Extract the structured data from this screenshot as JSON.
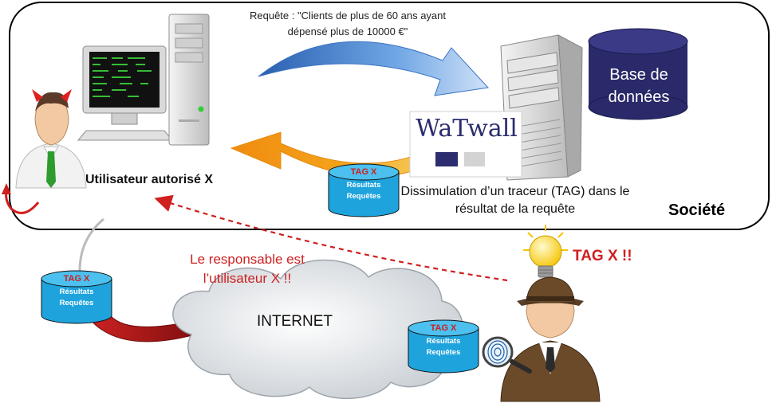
{
  "query_text": "Requête : \"Clients de plus de 60 ans ayant dépensé plus de 10000 €\"",
  "user_label": "Utilisateur autorisé X",
  "database_label": "Base de données",
  "watwall_logo": "WaTwall",
  "tag_explanation": "Dissimulation d’un traceur (TAG) dans le résultat de la requête",
  "company_label": "Société",
  "responsible_text": "Le responsable est l’utilisateur X !!",
  "internet_label": "INTERNET",
  "alert_text": "TAG X !!",
  "result_cylinders": [
    {
      "tag": "TAG X",
      "line1": "Résultats",
      "line2": "Requêtes"
    },
    {
      "tag": "TAG X",
      "line1": "Résultats",
      "line2": "Requêtes"
    },
    {
      "tag": "TAG X",
      "line1": "Résultats",
      "line2": "Requêtes"
    }
  ],
  "colors": {
    "tag_red": "#d01f1f",
    "cylinder_blue": "#1ea3dd",
    "database_navy": "#2a2a6a",
    "arrow_blue": "#4a90d9",
    "arrow_orange": "#f4a21a",
    "arrow_darkred": "#8b0e0e"
  },
  "icons": [
    "computer-icon",
    "server-icon",
    "database-icon",
    "authorized-user-icon",
    "detective-icon",
    "lightbulb-icon",
    "magnifier-icon",
    "cloud-icon"
  ]
}
